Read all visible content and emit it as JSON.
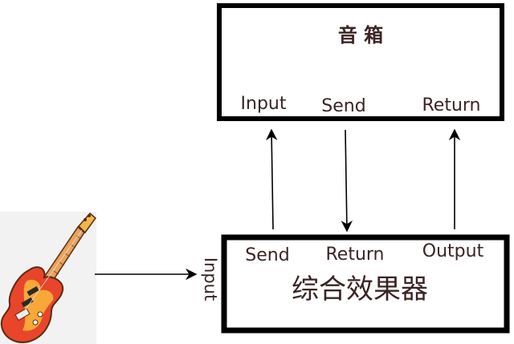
{
  "amplifier": {
    "title": "音 箱",
    "ports": {
      "input": "Input",
      "send": "Send",
      "return": "Return"
    }
  },
  "effects_unit": {
    "title": "综合效果器",
    "ports": {
      "input": "Input",
      "send": "Send",
      "return": "Return",
      "output": "Output"
    }
  },
  "colors": {
    "box_border": "#000000",
    "text": "#3a2424",
    "guitar_body": "#e8452a",
    "guitar_body_highlight": "#f8b23a",
    "guitar_neck": "#e9a35a",
    "guitar_headstock": "#f0b848"
  },
  "icons": {
    "guitar": "electric-guitar-icon"
  }
}
